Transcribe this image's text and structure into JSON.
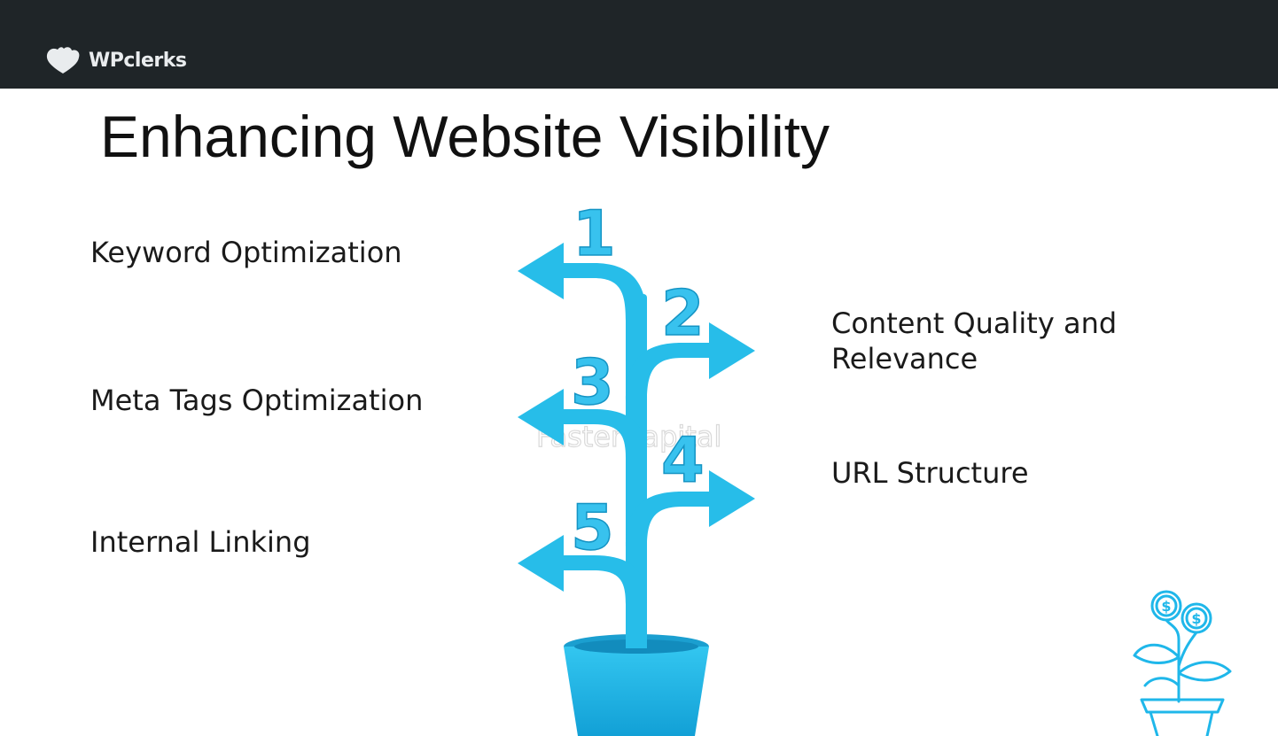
{
  "header": {
    "brand_name": "WPclerks",
    "logo_icon": "heart-cloud-logo-icon",
    "bar_color": "#1f2528"
  },
  "slide": {
    "title": "Enhancing Website Visibility"
  },
  "items": [
    {
      "number": "1",
      "label": "Keyword Optimization"
    },
    {
      "number": "2",
      "label": "Content Quality and Relevance"
    },
    {
      "number": "3",
      "label": "Meta Tags Optimization"
    },
    {
      "number": "4",
      "label": "URL Structure"
    },
    {
      "number": "5",
      "label": "Internal Linking"
    }
  ],
  "graphics": {
    "tree_icon": "branching-arrow-tree-icon",
    "tree_color": "#27bde9",
    "pot_color": "#1aa9d8",
    "watermark": "FasterCapital",
    "deco_icon": "money-plant-icon",
    "deco_color": "#1fb7ea"
  }
}
